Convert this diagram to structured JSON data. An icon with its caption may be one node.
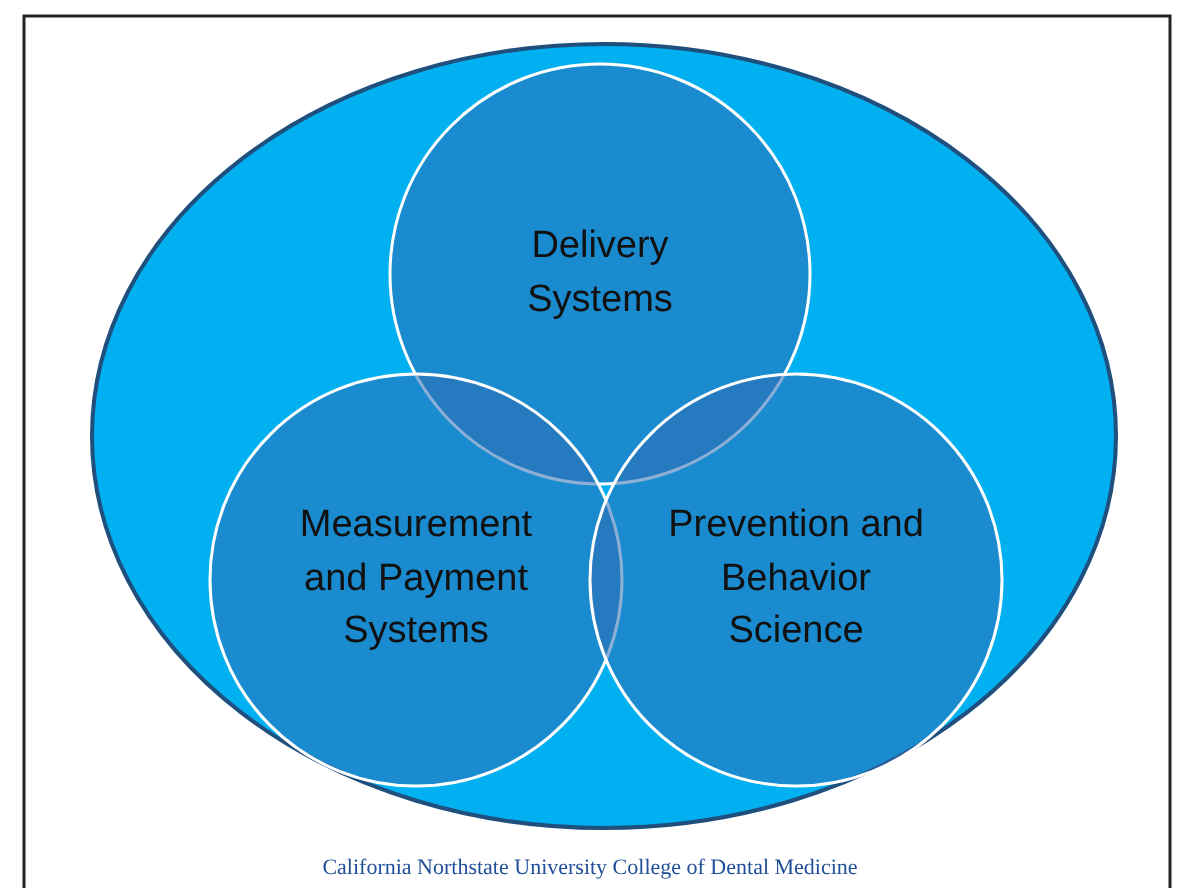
{
  "diagram": {
    "nodes": [
      {
        "text": [],
        "shape": "ellipse"
      },
      {
        "text": [
          "Delivery Systems"
        ],
        "in": 0
      },
      {
        "text": [
          "Measurement and Payment Systems"
        ],
        "in": 0
      },
      {
        "text": [
          "Prevention and Behavior Science"
        ],
        "in": 0
      }
    ],
    "edges": [],
    "labels": [
      "California Northstate University College of Dental Medicine"
    ]
  }
}
